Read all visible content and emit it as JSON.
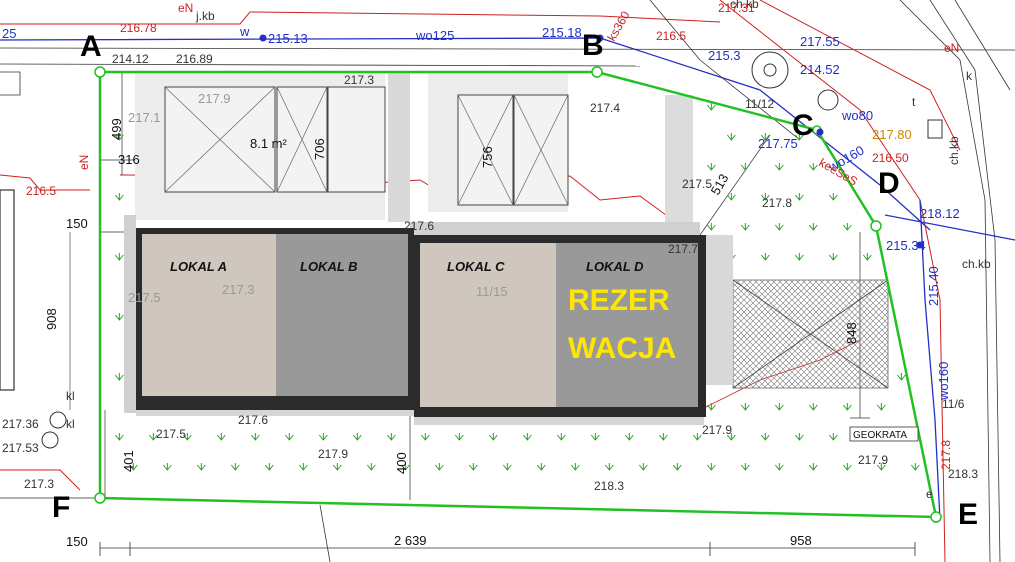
{
  "corners": {
    "a": "A",
    "b": "B",
    "c": "C",
    "d": "D",
    "e": "E",
    "f": "F"
  },
  "units": {
    "lokal_a": "LOKAL A",
    "lokal_b": "LOKAL B",
    "lokal_c": "LOKAL C",
    "lokal_d": "LOKAL D"
  },
  "reservation": {
    "line1": "REZER",
    "line2": "WACJA"
  },
  "geokrata_label": "GEOKRATA",
  "area_label": "8.1 m²",
  "dimensions": {
    "d150_top": "150",
    "d499": "499",
    "d316": "316",
    "d908": "908",
    "d401": "401",
    "d400": "400",
    "d706": "706",
    "d756": "756",
    "d513": "513",
    "d848": "848",
    "d150_bottom": "150",
    "d2639": "2 639",
    "d958": "958"
  },
  "elevations_black": {
    "e216_89": "216.89",
    "e214_12": "214.12",
    "e217_5_top": "217.5",
    "e217_4": "217.4",
    "e217_3_top": "217.3",
    "e217_3_mid": "217.3",
    "e217_9_top": "217.9",
    "e217_1": "217.1",
    "e217_6_top": "217.6",
    "e217_7": "217.7",
    "e217_8": "217.8",
    "e217_5_left": "217.5",
    "e217_5_bottom": "217.5",
    "e217_6_bottom": "217.6",
    "e217_9_bottom": "217.9",
    "e217_9_right": "217.9",
    "e218_3": "218.3",
    "e217_3_left": "217.3",
    "e217_36": "217.36",
    "e217_53": "217.53",
    "e217_9_lower": "217.9",
    "e218_3_right": "218.3"
  },
  "elevations_red": {
    "r216_78": "216.78",
    "r216_5_top": "216.5",
    "r216_5_left": "216.5",
    "r217_31": "217.31",
    "r216_50": "216.50",
    "r217_8": "217.8"
  },
  "elevations_orange": {
    "o217_80": "217.80"
  },
  "utilities": {
    "u215_13": "215.13",
    "wo125": "wo125",
    "u215_18": "215.18",
    "u25": "25",
    "u215_3": "215.3",
    "u217_55": "217.55",
    "u214_52": "214.52",
    "wo80": "wo80",
    "u217_75": "217.75",
    "wo160": "wo160",
    "u218_12": "218.12",
    "u215_40": "215.40",
    "u215_34": "215.34",
    "wo160_right": "wo160",
    "w_label": "w"
  },
  "markers": {
    "m_eN_top": "eN",
    "m_jkb": "j.kb",
    "m_eN_left": "eN",
    "m_keeses": "keeSeS",
    "m_chkb": "ch.kb",
    "m_chkb2": "ch.kb",
    "m_chkb3": "ch.kb",
    "m_kl1": "kl",
    "m_kl2": "kl",
    "m_ks": "ks360",
    "m_1112": "11/12",
    "m_1115": "11/15",
    "m_1146": "11/6",
    "m_k": "k",
    "m_t": "t",
    "m_e": "e",
    "m_eN_right": "eN"
  },
  "colors": {
    "boundary": "#22c022",
    "wall": "#2b2b2b",
    "lokal_a_fill": "#cfc7bd",
    "lokal_b_fill": "#999999",
    "lokal_c_fill": "#cfc7bd",
    "lokal_d_fill": "#999999",
    "reservation_text": "#ffe600",
    "utility": "#2230c8",
    "contour": "#cc2222"
  }
}
